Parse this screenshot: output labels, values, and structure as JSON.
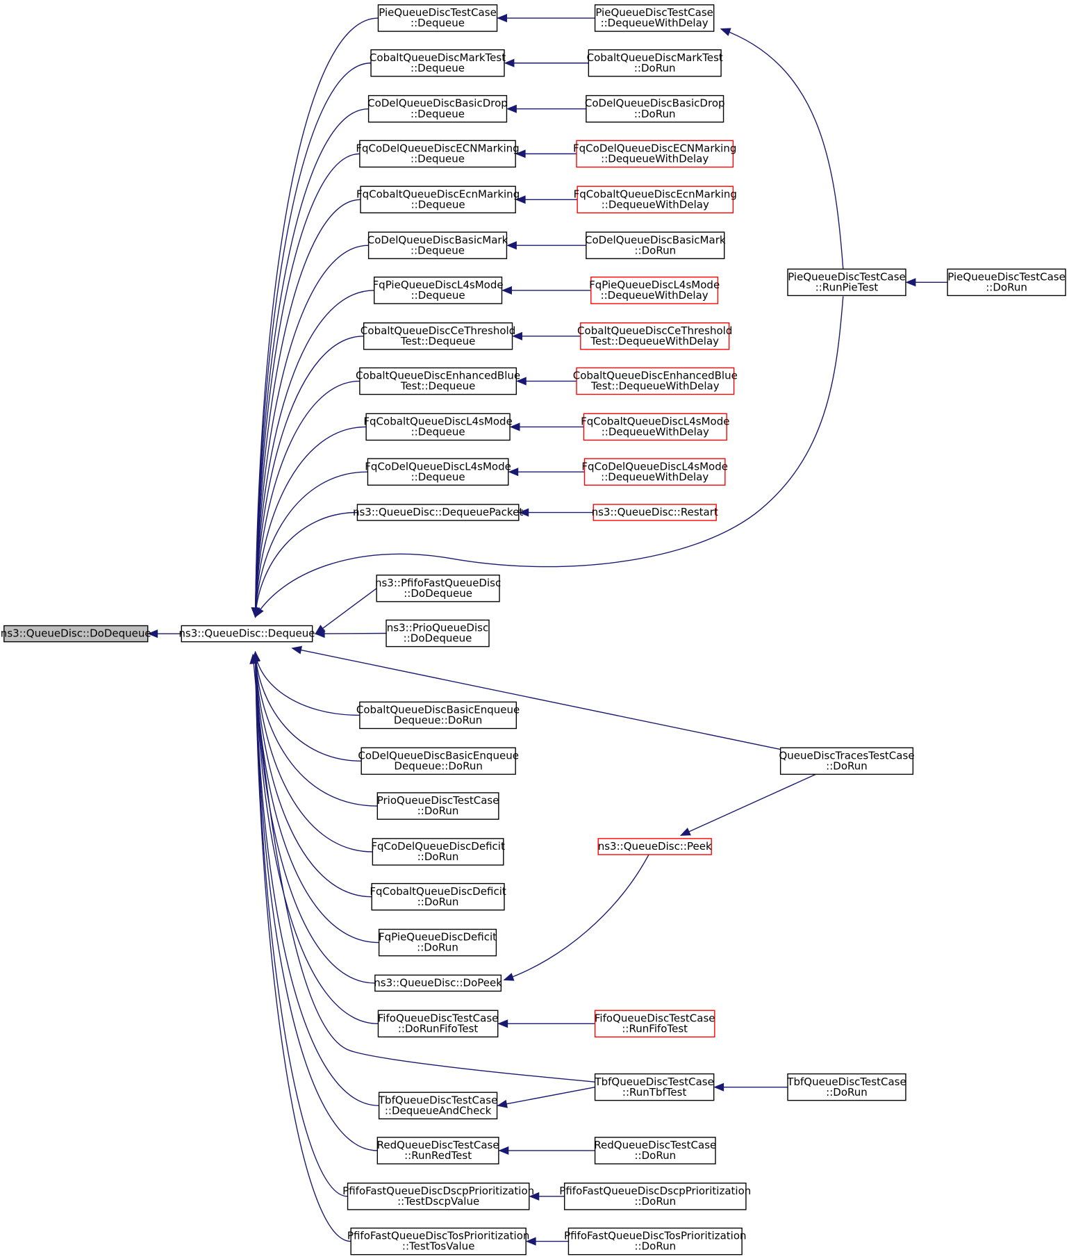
{
  "colors": {
    "edge": "#191970",
    "node_border": "#000000",
    "node_border_red": "#ff0000",
    "node_fill": "#ffffff",
    "selected_fill": "#bfbfbf",
    "text": "#000000"
  },
  "nodes": [
    {
      "id": "n_dodequeue",
      "lines": [
        "ns3::QueueDisc::DoDequeue"
      ],
      "style": "selected"
    },
    {
      "id": "n_dequeue",
      "lines": [
        "ns3::QueueDisc::Dequeue"
      ],
      "style": "normal"
    },
    {
      "id": "a1",
      "lines": [
        "PieQueueDiscTestCase",
        "::Dequeue"
      ],
      "style": "normal"
    },
    {
      "id": "a2",
      "lines": [
        "CobaltQueueDiscMarkTest",
        "::Dequeue"
      ],
      "style": "normal"
    },
    {
      "id": "a3",
      "lines": [
        "CoDelQueueDiscBasicDrop",
        "::Dequeue"
      ],
      "style": "normal"
    },
    {
      "id": "a4",
      "lines": [
        "FqCoDelQueueDiscECNMarking",
        "::Dequeue"
      ],
      "style": "normal"
    },
    {
      "id": "a5",
      "lines": [
        "FqCobaltQueueDiscEcnMarking",
        "::Dequeue"
      ],
      "style": "normal"
    },
    {
      "id": "a6",
      "lines": [
        "CoDelQueueDiscBasicMark",
        "::Dequeue"
      ],
      "style": "normal"
    },
    {
      "id": "a7",
      "lines": [
        "FqPieQueueDiscL4sMode",
        "::Dequeue"
      ],
      "style": "normal"
    },
    {
      "id": "a8",
      "lines": [
        "CobaltQueueDiscCeThreshold",
        "Test::Dequeue"
      ],
      "style": "normal"
    },
    {
      "id": "a9",
      "lines": [
        "CobaltQueueDiscEnhancedBlue",
        "Test::Dequeue"
      ],
      "style": "normal"
    },
    {
      "id": "a10",
      "lines": [
        "FqCobaltQueueDiscL4sMode",
        "::Dequeue"
      ],
      "style": "normal"
    },
    {
      "id": "a11",
      "lines": [
        "FqCoDelQueueDiscL4sMode",
        "::Dequeue"
      ],
      "style": "normal"
    },
    {
      "id": "a12",
      "lines": [
        "ns3::QueueDisc::DequeuePacket"
      ],
      "style": "normal"
    },
    {
      "id": "a13",
      "lines": [
        "ns3::PfifoFastQueueDisc",
        "::DoDequeue"
      ],
      "style": "normal"
    },
    {
      "id": "a14",
      "lines": [
        "ns3::PrioQueueDisc",
        "::DoDequeue"
      ],
      "style": "normal"
    },
    {
      "id": "a15",
      "lines": [
        "CobaltQueueDiscBasicEnqueue",
        "Dequeue::DoRun"
      ],
      "style": "normal"
    },
    {
      "id": "a16",
      "lines": [
        "CoDelQueueDiscBasicEnqueue",
        "Dequeue::DoRun"
      ],
      "style": "normal"
    },
    {
      "id": "a17",
      "lines": [
        "PrioQueueDiscTestCase",
        "::DoRun"
      ],
      "style": "normal"
    },
    {
      "id": "a18",
      "lines": [
        "FqCoDelQueueDiscDeficit",
        "::DoRun"
      ],
      "style": "normal"
    },
    {
      "id": "a19",
      "lines": [
        "FqCobaltQueueDiscDeficit",
        "::DoRun"
      ],
      "style": "normal"
    },
    {
      "id": "a20",
      "lines": [
        "FqPieQueueDiscDeficit",
        "::DoRun"
      ],
      "style": "normal"
    },
    {
      "id": "a21",
      "lines": [
        "ns3::QueueDisc::DoPeek"
      ],
      "style": "normal"
    },
    {
      "id": "a22",
      "lines": [
        "FifoQueueDiscTestCase",
        "::DoRunFifoTest"
      ],
      "style": "normal"
    },
    {
      "id": "a23",
      "lines": [
        "TbfQueueDiscTestCase",
        "::DequeueAndCheck"
      ],
      "style": "normal"
    },
    {
      "id": "a24",
      "lines": [
        "RedQueueDiscTestCase",
        "::RunRedTest"
      ],
      "style": "normal"
    },
    {
      "id": "a25",
      "lines": [
        "PfifoFastQueueDiscDscpPrioritization",
        "::TestDscpValue"
      ],
      "style": "normal"
    },
    {
      "id": "a26",
      "lines": [
        "PfifoFastQueueDiscTosPrioritization",
        "::TestTosValue"
      ],
      "style": "normal"
    },
    {
      "id": "b1",
      "lines": [
        "PieQueueDiscTestCase",
        "::DequeueWithDelay"
      ],
      "style": "normal"
    },
    {
      "id": "b2",
      "lines": [
        "CobaltQueueDiscMarkTest",
        "::DoRun"
      ],
      "style": "normal"
    },
    {
      "id": "b3",
      "lines": [
        "CoDelQueueDiscBasicDrop",
        "::DoRun"
      ],
      "style": "normal"
    },
    {
      "id": "b4",
      "lines": [
        "FqCoDelQueueDiscECNMarking",
        "::DequeueWithDelay"
      ],
      "style": "red"
    },
    {
      "id": "b5",
      "lines": [
        "FqCobaltQueueDiscEcnMarking",
        "::DequeueWithDelay"
      ],
      "style": "red"
    },
    {
      "id": "b6",
      "lines": [
        "CoDelQueueDiscBasicMark",
        "::DoRun"
      ],
      "style": "normal"
    },
    {
      "id": "b7",
      "lines": [
        "FqPieQueueDiscL4sMode",
        "::DequeueWithDelay"
      ],
      "style": "red"
    },
    {
      "id": "b8",
      "lines": [
        "CobaltQueueDiscCeThreshold",
        "Test::DequeueWithDelay"
      ],
      "style": "red"
    },
    {
      "id": "b9",
      "lines": [
        "CobaltQueueDiscEnhancedBlue",
        "Test::DequeueWithDelay"
      ],
      "style": "red"
    },
    {
      "id": "b10",
      "lines": [
        "FqCobaltQueueDiscL4sMode",
        "::DequeueWithDelay"
      ],
      "style": "red"
    },
    {
      "id": "b11",
      "lines": [
        "FqCoDelQueueDiscL4sMode",
        "::DequeueWithDelay"
      ],
      "style": "red"
    },
    {
      "id": "b12",
      "lines": [
        "ns3::QueueDisc::Restart"
      ],
      "style": "red"
    },
    {
      "id": "b21",
      "lines": [
        "ns3::QueueDisc::Peek"
      ],
      "style": "red"
    },
    {
      "id": "b22",
      "lines": [
        "FifoQueueDiscTestCase",
        "::RunFifoTest"
      ],
      "style": "red"
    },
    {
      "id": "b23",
      "lines": [
        "TbfQueueDiscTestCase",
        "::RunTbfTest"
      ],
      "style": "normal"
    },
    {
      "id": "b24",
      "lines": [
        "RedQueueDiscTestCase",
        "::DoRun"
      ],
      "style": "normal"
    },
    {
      "id": "b25",
      "lines": [
        "PfifoFastQueueDiscDscpPrioritization",
        "::DoRun"
      ],
      "style": "normal"
    },
    {
      "id": "b26",
      "lines": [
        "PfifoFastQueueDiscTosPrioritization",
        "::DoRun"
      ],
      "style": "normal"
    },
    {
      "id": "c_runpie",
      "lines": [
        "PieQueueDiscTestCase",
        "::RunPieTest"
      ],
      "style": "normal"
    },
    {
      "id": "c_piedorun",
      "lines": [
        "PieQueueDiscTestCase",
        "::DoRun"
      ],
      "style": "normal"
    },
    {
      "id": "c_traces",
      "lines": [
        "QueueDiscTracesTestCase",
        "::DoRun"
      ],
      "style": "normal"
    },
    {
      "id": "c_tbfdorun",
      "lines": [
        "TbfQueueDiscTestCase",
        "::DoRun"
      ],
      "style": "normal"
    }
  ],
  "edges": [
    {
      "from": "n_dequeue",
      "to": "n_dodequeue"
    },
    {
      "from": "a1",
      "to": "n_dequeue"
    },
    {
      "from": "a2",
      "to": "n_dequeue"
    },
    {
      "from": "a3",
      "to": "n_dequeue"
    },
    {
      "from": "a4",
      "to": "n_dequeue"
    },
    {
      "from": "a5",
      "to": "n_dequeue"
    },
    {
      "from": "a6",
      "to": "n_dequeue"
    },
    {
      "from": "a7",
      "to": "n_dequeue"
    },
    {
      "from": "a8",
      "to": "n_dequeue"
    },
    {
      "from": "a9",
      "to": "n_dequeue"
    },
    {
      "from": "a10",
      "to": "n_dequeue"
    },
    {
      "from": "a11",
      "to": "n_dequeue"
    },
    {
      "from": "a12",
      "to": "n_dequeue"
    },
    {
      "from": "a13",
      "to": "n_dequeue"
    },
    {
      "from": "a14",
      "to": "n_dequeue"
    },
    {
      "from": "a15",
      "to": "n_dequeue"
    },
    {
      "from": "a16",
      "to": "n_dequeue"
    },
    {
      "from": "a17",
      "to": "n_dequeue"
    },
    {
      "from": "a18",
      "to": "n_dequeue"
    },
    {
      "from": "a19",
      "to": "n_dequeue"
    },
    {
      "from": "a20",
      "to": "n_dequeue"
    },
    {
      "from": "a21",
      "to": "n_dequeue"
    },
    {
      "from": "a22",
      "to": "n_dequeue"
    },
    {
      "from": "a23",
      "to": "n_dequeue"
    },
    {
      "from": "a24",
      "to": "n_dequeue"
    },
    {
      "from": "a25",
      "to": "n_dequeue"
    },
    {
      "from": "a26",
      "to": "n_dequeue"
    },
    {
      "from": "c_runpie",
      "to": "n_dequeue"
    },
    {
      "from": "c_traces",
      "to": "n_dequeue"
    },
    {
      "from": "b23",
      "to": "n_dequeue"
    },
    {
      "from": "b1",
      "to": "a1"
    },
    {
      "from": "b2",
      "to": "a2"
    },
    {
      "from": "b3",
      "to": "a3"
    },
    {
      "from": "b4",
      "to": "a4"
    },
    {
      "from": "b5",
      "to": "a5"
    },
    {
      "from": "b6",
      "to": "a6"
    },
    {
      "from": "b7",
      "to": "a7"
    },
    {
      "from": "b8",
      "to": "a8"
    },
    {
      "from": "b9",
      "to": "a9"
    },
    {
      "from": "b10",
      "to": "a10"
    },
    {
      "from": "b11",
      "to": "a11"
    },
    {
      "from": "b12",
      "to": "a12"
    },
    {
      "from": "b21",
      "to": "a21"
    },
    {
      "from": "b22",
      "to": "a22"
    },
    {
      "from": "b23",
      "to": "a23"
    },
    {
      "from": "b24",
      "to": "a24"
    },
    {
      "from": "b25",
      "to": "a25"
    },
    {
      "from": "b26",
      "to": "a26"
    },
    {
      "from": "c_runpie",
      "to": "b1"
    },
    {
      "from": "c_piedorun",
      "to": "c_runpie"
    },
    {
      "from": "c_traces",
      "to": "b21"
    },
    {
      "from": "c_tbfdorun",
      "to": "b23"
    }
  ]
}
